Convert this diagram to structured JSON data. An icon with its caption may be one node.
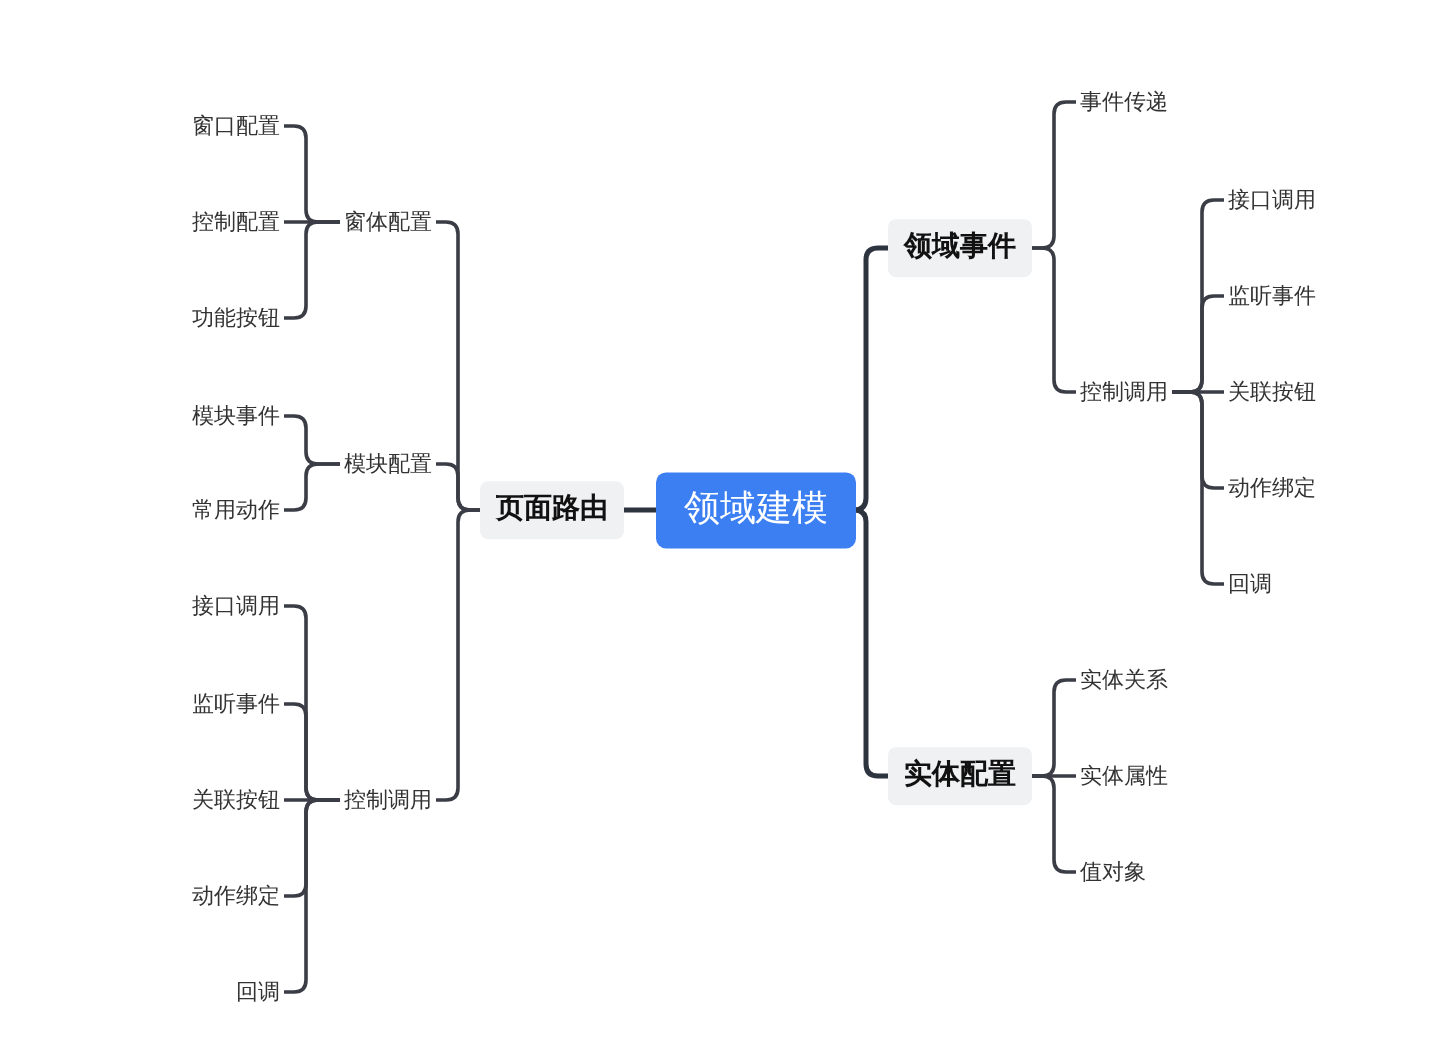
{
  "diagram": {
    "nodes": [
      {
        "text": [
          "领域建模"
        ]
      },
      {
        "text": [
          "页面路由"
        ]
      },
      {
        "text": [
          "窗体配置"
        ]
      },
      {
        "text": [
          "模块配置"
        ]
      },
      {
        "text": [
          "控制调用"
        ]
      },
      {
        "text": [
          "窗口配置"
        ]
      },
      {
        "text": [
          "控制配置"
        ]
      },
      {
        "text": [
          "功能按钮"
        ]
      },
      {
        "text": [
          "模块事件"
        ]
      },
      {
        "text": [
          "常用动作"
        ]
      },
      {
        "text": [
          "接口调用"
        ]
      },
      {
        "text": [
          "监听事件"
        ]
      },
      {
        "text": [
          "关联按钮"
        ]
      },
      {
        "text": [
          "动作绑定"
        ]
      },
      {
        "text": [
          "回调"
        ]
      },
      {
        "text": [
          "领域事件"
        ]
      },
      {
        "text": [
          "事件传递"
        ]
      },
      {
        "text": [
          "控制调用"
        ]
      },
      {
        "text": [
          "接口调用"
        ]
      },
      {
        "text": [
          "监听事件"
        ]
      },
      {
        "text": [
          "关联按钮"
        ]
      },
      {
        "text": [
          "动作绑定"
        ]
      },
      {
        "text": [
          "回调"
        ]
      },
      {
        "text": [
          "实体配置"
        ]
      },
      {
        "text": [
          "实体关系"
        ]
      },
      {
        "text": [
          "实体属性"
        ]
      },
      {
        "text": [
          "值对象"
        ]
      }
    ],
    "edges": [
      {
        "from": 0,
        "to": 1,
        "arrow": "none"
      },
      {
        "from": 1,
        "to": 2,
        "arrow": "none"
      },
      {
        "from": 1,
        "to": 3,
        "arrow": "none"
      },
      {
        "from": 1,
        "to": 4,
        "arrow": "none"
      },
      {
        "from": 2,
        "to": 5,
        "arrow": "none"
      },
      {
        "from": 2,
        "to": 6,
        "arrow": "none"
      },
      {
        "from": 2,
        "to": 7,
        "arrow": "none"
      },
      {
        "from": 3,
        "to": 8,
        "arrow": "none"
      },
      {
        "from": 3,
        "to": 9,
        "arrow": "none"
      },
      {
        "from": 4,
        "to": 10,
        "arrow": "none"
      },
      {
        "from": 4,
        "to": 11,
        "arrow": "none"
      },
      {
        "from": 4,
        "to": 12,
        "arrow": "none"
      },
      {
        "from": 4,
        "to": 13,
        "arrow": "none"
      },
      {
        "from": 4,
        "to": 14,
        "arrow": "none"
      },
      {
        "from": 0,
        "to": 15,
        "arrow": "none"
      },
      {
        "from": 15,
        "to": 16,
        "arrow": "none"
      },
      {
        "from": 15,
        "to": 17,
        "arrow": "none"
      },
      {
        "from": 17,
        "to": 18,
        "arrow": "none"
      },
      {
        "from": 17,
        "to": 19,
        "arrow": "none"
      },
      {
        "from": 17,
        "to": 20,
        "arrow": "none"
      },
      {
        "from": 17,
        "to": 21,
        "arrow": "none"
      },
      {
        "from": 17,
        "to": 22,
        "arrow": "none"
      },
      {
        "from": 0,
        "to": 23,
        "arrow": "none"
      },
      {
        "from": 23,
        "to": 24,
        "arrow": "none"
      },
      {
        "from": 23,
        "to": 25,
        "arrow": "none"
      },
      {
        "from": 23,
        "to": 26,
        "arrow": "none"
      }
    ]
  }
}
